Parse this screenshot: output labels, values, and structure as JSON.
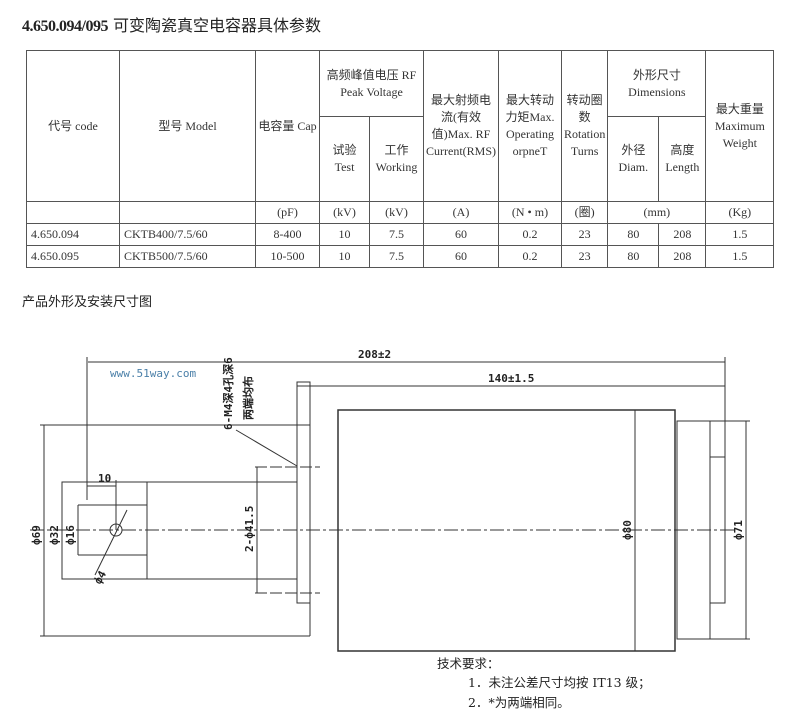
{
  "title": {
    "code": "4.650.094/095",
    "text": "可变陶瓷真空电容器具体参数"
  },
  "table": {
    "headers": {
      "code": "代号 code",
      "model": "型号 Model",
      "cap": "电容量 Cap",
      "rf_voltage": "高频峰值电压 RF Peak Voltage",
      "test": "试验 Test",
      "working": "工作 Working",
      "current": "最大射频电流(有效值)Max. RF Current(RMS)",
      "torque": "最大转动力矩Max. Operating orpneT",
      "turns": "转动圈数 Rotation Turns",
      "dimensions": "外形尺寸 Dimensions",
      "diam": "外径 Diam.",
      "length": "高度 Length",
      "weight": "最大重量 Maximum Weight"
    },
    "units": [
      "(pF)",
      "(kV)",
      "(kV)",
      "(A)",
      "(N • m)",
      "(圈)",
      "(mm)",
      "(Kg)"
    ],
    "rows": [
      [
        "4.650.094",
        "CKTB400/7.5/60",
        "8-400",
        "10",
        "7.5",
        "60",
        "0.2",
        "23",
        "80",
        "208",
        "1.5"
      ],
      [
        "4.650.095",
        "CKTB500/7.5/60",
        "10-500",
        "10",
        "7.5",
        "60",
        "0.2",
        "23",
        "80",
        "208",
        "1.5"
      ]
    ]
  },
  "section_title": "产品外形及安装尺寸图",
  "drawing": {
    "overall_length": "208±2",
    "body_length": "140±1.5",
    "watermark": "www.51way.com",
    "thread_note": "6-M4深4孔深6",
    "thread_note2": "两端均布",
    "d69": "ф69",
    "d32": "ф32",
    "d16": "ф16",
    "d4": "ф4",
    "len10": "10",
    "d41": "2-ф41.5",
    "d80": "ф80",
    "d71": "ф71"
  },
  "notes": {
    "heading": "技术要求：",
    "items": [
      "1．未注公差尺寸均按 IT13 级；",
      "2．*为两端相同。"
    ]
  }
}
